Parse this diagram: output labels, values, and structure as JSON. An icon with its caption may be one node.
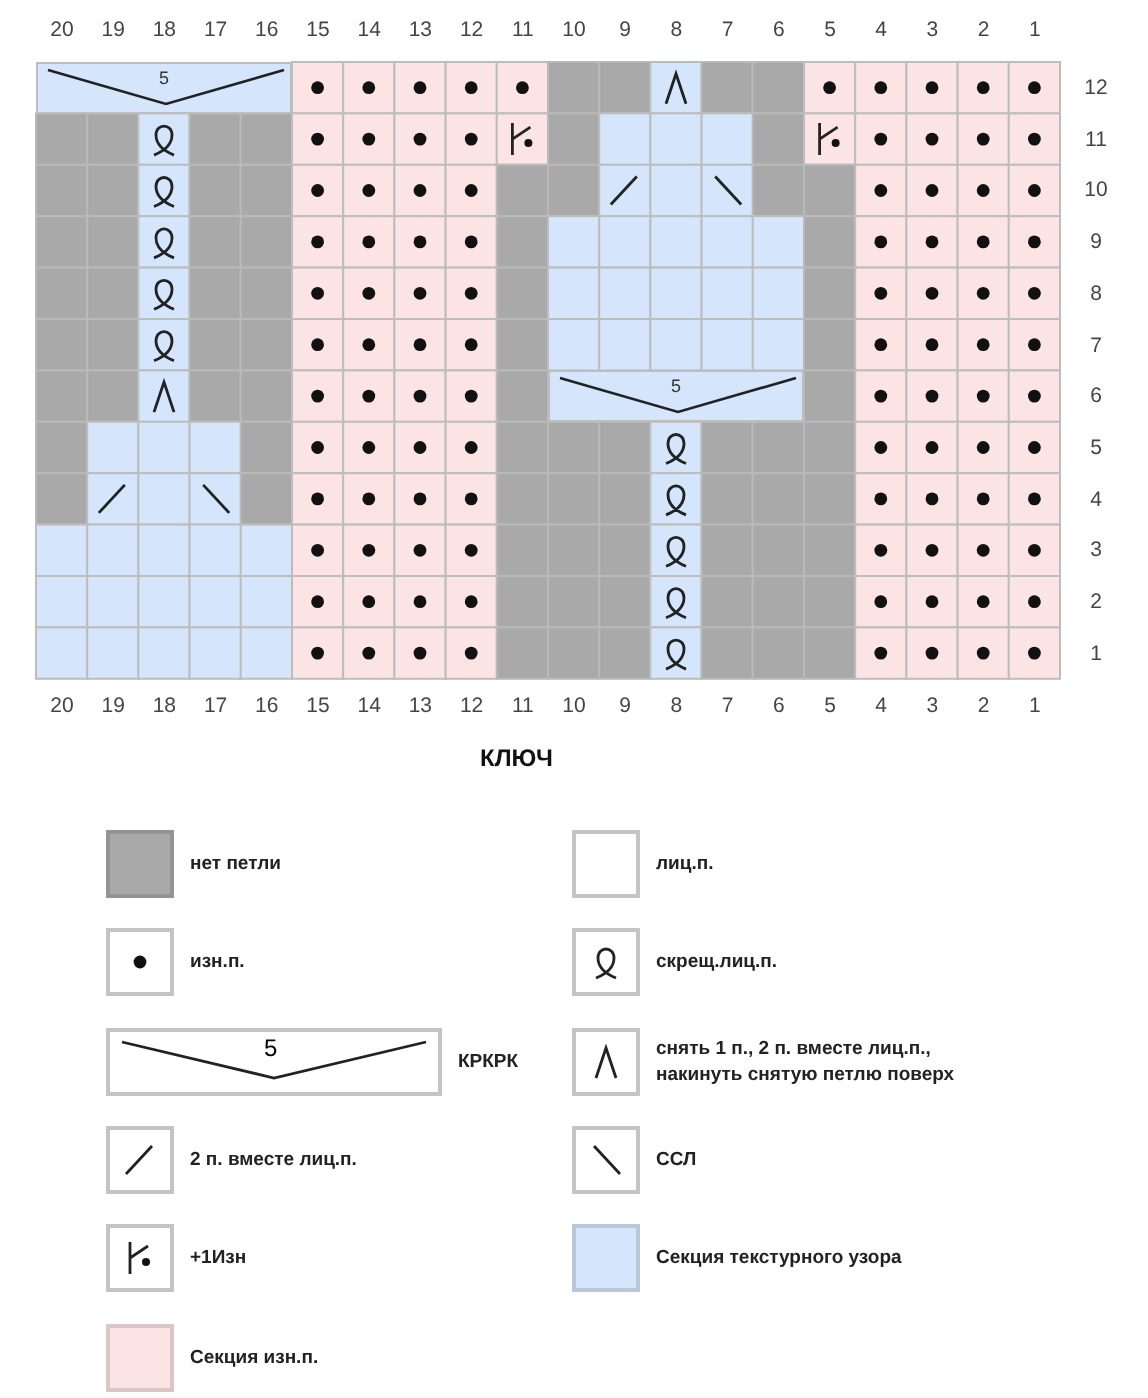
{
  "diagram": {
    "title": "КЛЮЧ",
    "nodes": [
      {
        "text": [
          "5"
        ]
      },
      {
        "text": [
          "5"
        ]
      }
    ],
    "labels": [
      "20",
      "19",
      "18",
      "17",
      "16",
      "15",
      "14",
      "13",
      "12",
      "11",
      "10",
      "9",
      "8",
      "7",
      "6",
      "5",
      "4",
      "3",
      "2",
      "1",
      "12",
      "11",
      "10",
      "9",
      "8",
      "7",
      "6",
      "5",
      "4",
      "3",
      "2",
      "1",
      "20",
      "19",
      "18",
      "17",
      "16",
      "15",
      "14",
      "13",
      "12",
      "11",
      "10",
      "9",
      "8",
      "7",
      "6",
      "5",
      "4",
      "3",
      "2",
      "1",
      "5"
    ],
    "legend": [
      {
        "text": "нет петли",
        "color": "#a9a9a9"
      },
      {
        "text": "лиц.п.",
        "color": "#ffffff"
      },
      {
        "text": "изн.п."
      },
      {
        "text": "скрещ.лиц.п."
      },
      {
        "text": "КРКРК"
      },
      {
        "text": "снять 1 п., 2 п. вместе лиц.п., накинуть снятую петлю поверх"
      },
      {
        "text": "2 п. вместе лиц.п."
      },
      {
        "text": "ССЛ"
      },
      {
        "text": "+1Изн"
      },
      {
        "text": "Секция текстурного узора",
        "color": "#d5e5fb"
      },
      {
        "text": "Секция изн.п.",
        "color": "#fbe4e3"
      }
    ]
  }
}
